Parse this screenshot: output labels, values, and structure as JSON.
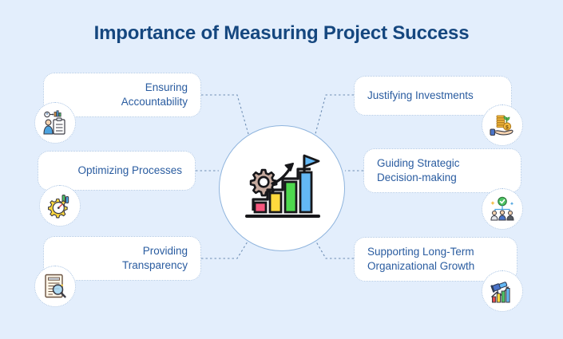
{
  "header": {
    "title": "Importance of Measuring Project Success"
  },
  "colors": {
    "background": "#e3eefc",
    "title_text": "#15477f",
    "card_text": "#2a5ca0",
    "card_background": "#ffffff",
    "card_border": "#a9c4e4",
    "circle_border": "#8fb4dd",
    "connector": "#6f8fb5",
    "bar_pink": "#f8577e",
    "bar_yellow": "#ffd93d",
    "bar_green": "#4ed94e",
    "bar_blue": "#63b8f5",
    "gear_gray": "#c6aa9e"
  },
  "center": {
    "icon": "growth-chart-icon",
    "description": "gear with rising arrow, flag and ascending bar chart"
  },
  "left_cards": [
    {
      "id": "accountability",
      "label": "Ensuring\nAccountability",
      "icon": "person-clipboard-icon"
    },
    {
      "id": "optimizing",
      "label": "Optimizing Processes",
      "icon": "gear-gauge-icon"
    },
    {
      "id": "transparency",
      "label": "Providing\nTransparency",
      "icon": "document-magnifier-icon"
    }
  ],
  "right_cards": [
    {
      "id": "investments",
      "label": "Justifying Investments",
      "icon": "hand-coins-plant-icon"
    },
    {
      "id": "decision",
      "label": "Guiding Strategic\nDecision-making",
      "icon": "team-approval-icon"
    },
    {
      "id": "growth",
      "label": "Supporting Long-Term\nOrganizational Growth",
      "icon": "telescope-chart-icon"
    }
  ]
}
